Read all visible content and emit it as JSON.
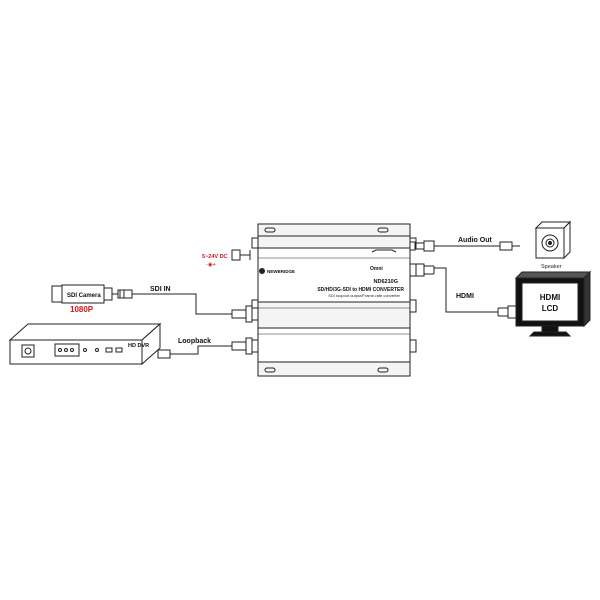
{
  "converter": {
    "brand": "NEWBRIDGE",
    "mark": "Omni",
    "model": "ND6210G",
    "description": "SD/HD/3G-SDI to HDMI CONVERTER",
    "subtitle": "SDI loopout output/Frame-rate converter"
  },
  "power": {
    "label": "5~24V DC",
    "polarity": "-◉+"
  },
  "camera": {
    "label": "SDI Camera",
    "resolution": "1080P"
  },
  "dvr": {
    "label": "HD DVR"
  },
  "links": {
    "sdi_in": "SDI IN",
    "loopback": "Loopback",
    "audio_out": "Audio Out",
    "hdmi": "HDMI"
  },
  "monitor": {
    "line1": "HDMI",
    "line2": "LCD"
  },
  "speaker": {
    "label": "Speaker"
  },
  "colors": {
    "accent_red": "#d0161e",
    "line": "#222222",
    "panel": "#f4f4f4"
  },
  "icons": [
    "power-jack-icon",
    "bnc-connector-icon",
    "hdmi-plug-icon",
    "audio-plug-icon",
    "speaker-icon",
    "monitor-icon",
    "camera-icon",
    "dvr-icon"
  ]
}
